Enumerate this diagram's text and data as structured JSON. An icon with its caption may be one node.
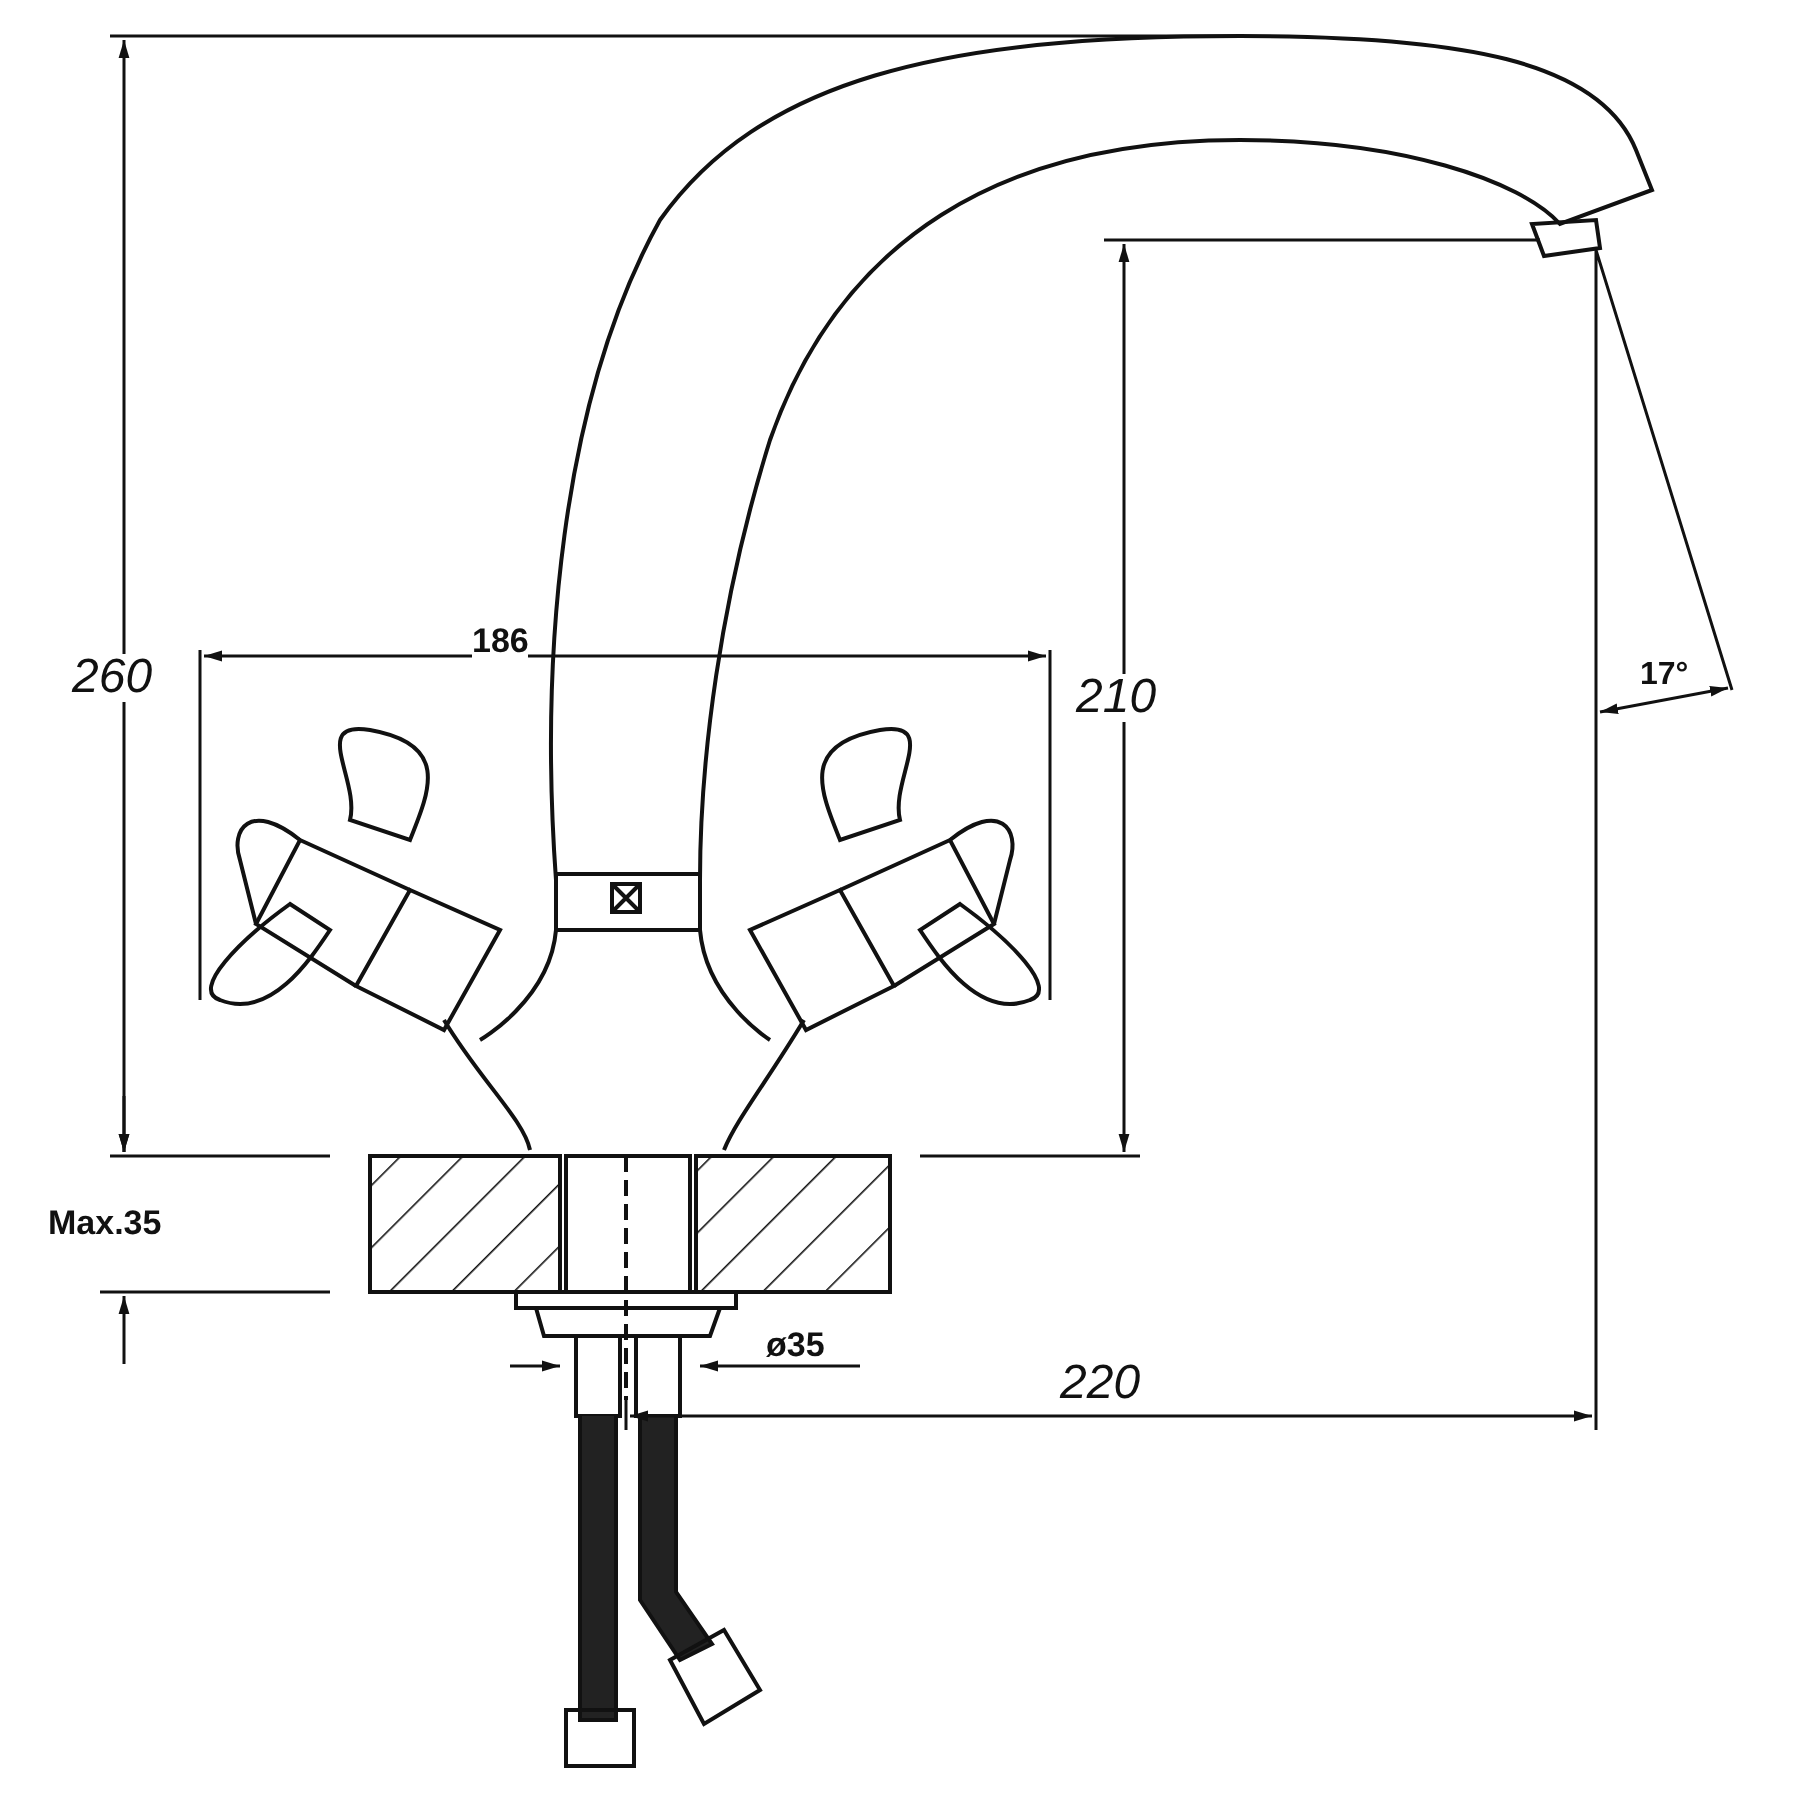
{
  "diagram": {
    "labels": [
      "186",
      "260",
      "210",
      "17°",
      "Max.35",
      "ø35",
      "220"
    ]
  }
}
